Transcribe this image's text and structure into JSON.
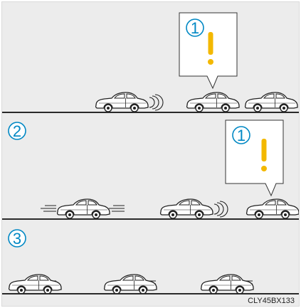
{
  "colors": {
    "background": "#ececec",
    "line": "#2a2a2a",
    "accent": "#0088c4",
    "warning": "#f3b800"
  },
  "panels": [
    {
      "label": "",
      "callout_label": "1",
      "callout_symbol": "!"
    },
    {
      "label": "2",
      "callout_label": "1",
      "callout_symbol": "!"
    },
    {
      "label": "3"
    }
  ],
  "image_code": "CLY45BX133"
}
